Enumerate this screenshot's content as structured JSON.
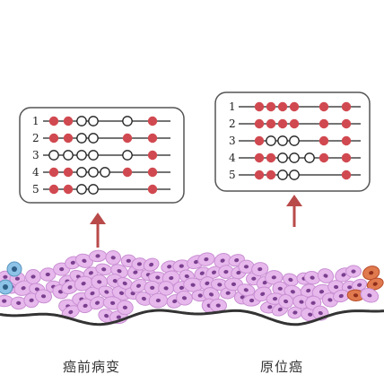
{
  "stages": [
    {
      "label": "癌前病变",
      "rows": [
        {
          "num": "1",
          "markers": [
            "f",
            "f",
            "o",
            "o",
            "",
            "o",
            "f"
          ]
        },
        {
          "num": "2",
          "markers": [
            "f",
            "f",
            "o",
            "o",
            "",
            "f",
            "f"
          ]
        },
        {
          "num": "3",
          "markers": [
            "o",
            "o",
            "o",
            "o",
            "",
            "o",
            "f"
          ]
        },
        {
          "num": "4",
          "markers": [
            "f",
            "f",
            "o",
            "o",
            "o",
            "f",
            "f"
          ]
        },
        {
          "num": "5",
          "markers": [
            "f",
            "f",
            "o",
            "o",
            "",
            "",
            "f"
          ]
        }
      ]
    },
    {
      "label": "原位癌",
      "rows": [
        {
          "num": "1",
          "markers": [
            "f",
            "f",
            "f",
            "f",
            "",
            "f",
            "f"
          ]
        },
        {
          "num": "2",
          "markers": [
            "f",
            "f",
            "f",
            "f",
            "",
            "f",
            "f"
          ]
        },
        {
          "num": "3",
          "markers": [
            "f",
            "o",
            "o",
            "o",
            "",
            "f",
            "f"
          ]
        },
        {
          "num": "4",
          "markers": [
            "f",
            "f",
            "o",
            "o",
            "o",
            "f",
            "f"
          ]
        },
        {
          "num": "5",
          "markers": [
            "f",
            "f",
            "o",
            "o",
            "",
            "",
            "f"
          ]
        }
      ]
    }
  ],
  "colors": {
    "filled_marker": "#d14950",
    "arrow": "#b94a4a",
    "normal_cell": "#e7b8ec",
    "normal_nucleus": "#7a3f8f",
    "basal_line": "#333333",
    "cancer_cell": "#e07a4e",
    "blue_cell": "#8dc3e6"
  }
}
